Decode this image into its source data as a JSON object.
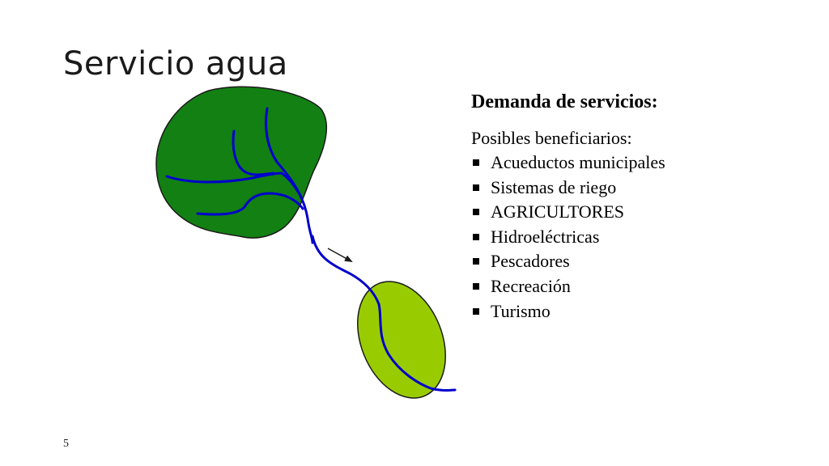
{
  "slide": {
    "title": "Servicio agua",
    "page_number": "5"
  },
  "panel": {
    "heading": "Demanda de servicios:",
    "subheading": "Posibles beneficiarios:",
    "beneficiaries": [
      "Acueductos municipales",
      "Sistemas de riego",
      "AGRICULTORES",
      "Hidroeléctricas",
      "Pescadores",
      "Recreación",
      "Turismo"
    ],
    "bullet_icon": "square-bullet-icon"
  },
  "diagram": {
    "upper_basin_color": "#138013",
    "lower_basin_color": "#99cc00",
    "river_color": "#0000cc",
    "outline_color": "#1a1a1a",
    "flow_arrow_icon": "arrow-down-right-icon"
  }
}
